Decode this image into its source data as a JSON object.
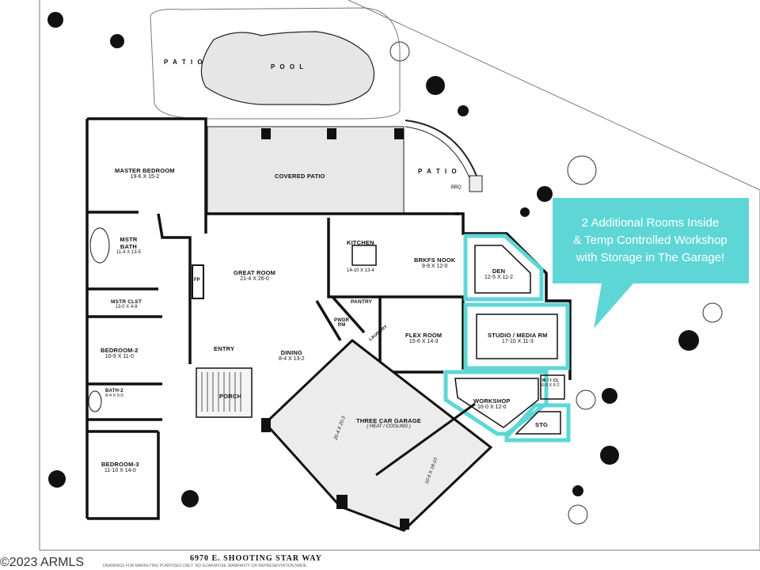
{
  "callout": {
    "line1": "2 Additional Rooms Inside",
    "line2": "& Temp Controlled Workshop",
    "line3": "with Storage in The Garage!",
    "color": "#5ED6D6"
  },
  "exterior": {
    "pool": "P O O L",
    "patio_left": "P A T I O",
    "patio_right": "P A T I O",
    "bbq": "BBQ",
    "covered_patio": "COVERED PATIO",
    "porch": "PORCH",
    "entry": "ENTRY"
  },
  "rooms": {
    "master_bedroom": {
      "name": "MASTER BEDROOM",
      "dims": "19-6  X  15-2"
    },
    "mstr_bath": {
      "name1": "MSTR",
      "name2": "BATH",
      "dims": "11-4 X 13-5"
    },
    "mstr_clst": {
      "name": "MSTR CLST",
      "dims": "13-0 X 4-9"
    },
    "great_room": {
      "name": "GREAT ROOM",
      "dims": "21-4  X  26-0"
    },
    "fp": "FP",
    "kitchen": {
      "name": "KITCHEN",
      "dims": "14-10 X 13-4"
    },
    "brkfs_nook": {
      "name": "BRKFS NOOK",
      "dims": "9-9 X 12-0"
    },
    "den": {
      "name": "DEN",
      "dims": "12-5 X 11-2"
    },
    "pantry": "PANTRY",
    "pwdr_rm": {
      "name1": "PWDR",
      "name2": "RM"
    },
    "laundry": "LAUNDRY",
    "flex_room": {
      "name": "FLEX ROOM",
      "dims": "15-6  X  14-3"
    },
    "studio_media": {
      "name": "STUDIO / MEDIA RM",
      "dims": "17-10  X  11-3"
    },
    "bedroom2": {
      "name": "BEDROOM-2",
      "dims": "10-9  X  11-0"
    },
    "bath2": {
      "name": "BATH-2",
      "dims": "8-4 X 5-0"
    },
    "dining": {
      "name": "DINING",
      "dims": "8-4 X 13-2"
    },
    "garage": {
      "name": "THREE CAR GARAGE",
      "sub": "( HEAT / COOLING )",
      "dim_a": "20-4 X 20-3",
      "dim_b": "10-6 X 18-10"
    },
    "workshop": {
      "name": "WORKSHOP",
      "dims": "16-0  X  12-0"
    },
    "wicl": {
      "name": "W / I CL",
      "dims": "6-0 X 5-2"
    },
    "stg": "STG",
    "bedroom3": {
      "name": "BEDROOM-3",
      "dims": "11-10  X  14-0"
    }
  },
  "address": "6970  E.  SHOOTING  STAR  WAY",
  "copyright": "©2023 ARMLS",
  "fineprint": "DRAWINGS FOR MARKETING PURPOSES ONLY. NO GUARANTEE WARRANTY OR REPRESENTATION MADE."
}
